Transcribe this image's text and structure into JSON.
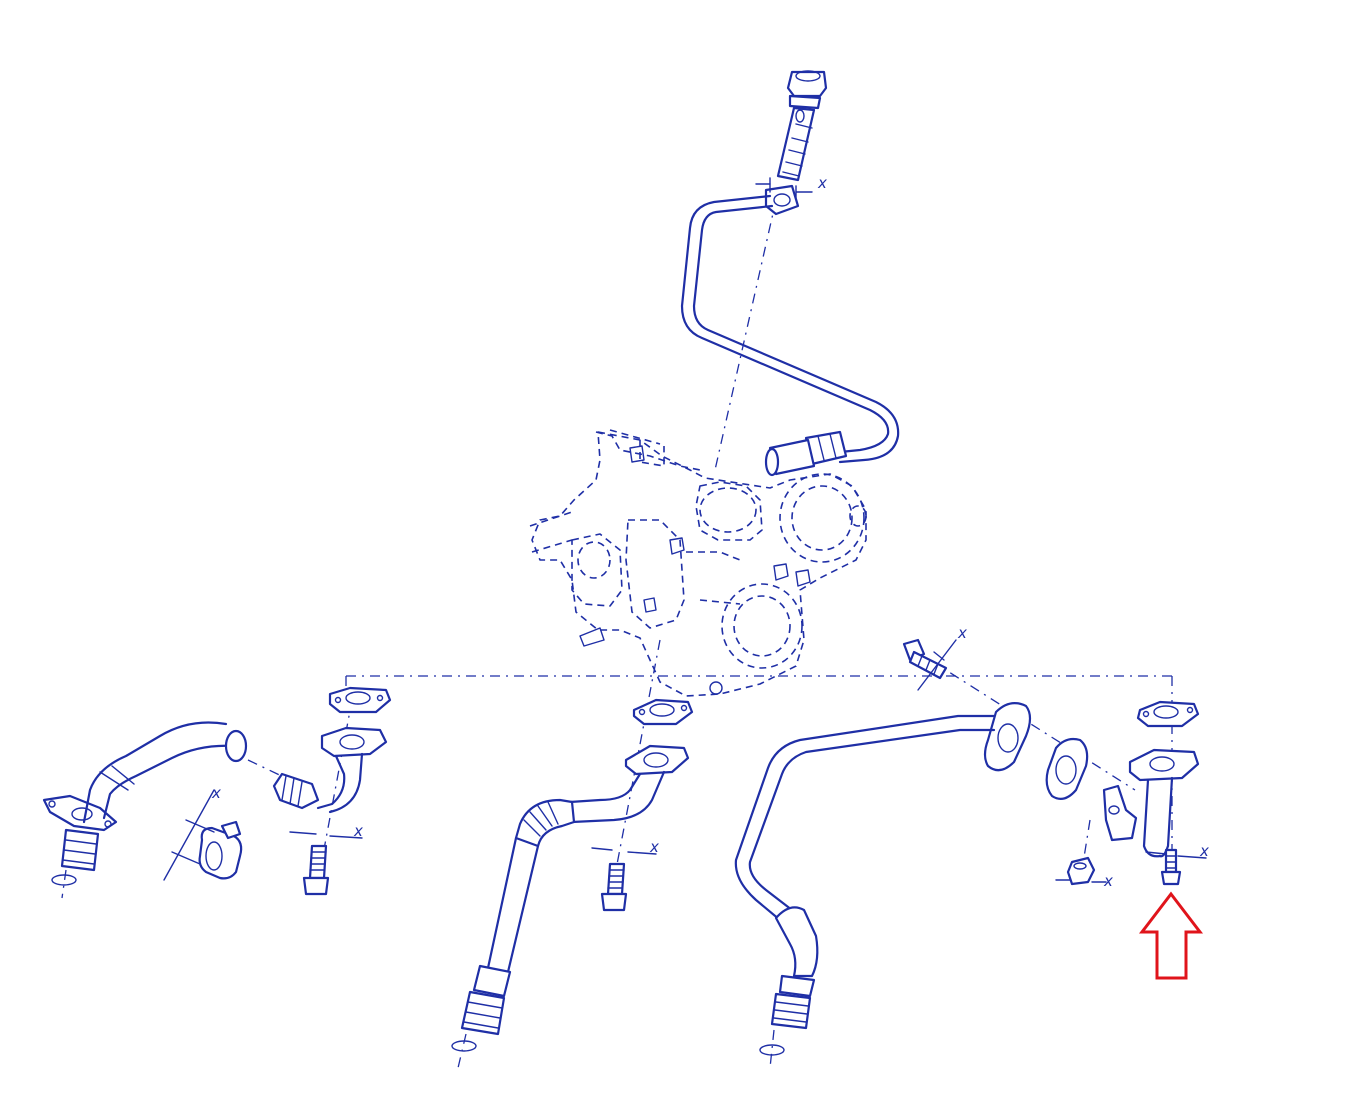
{
  "colors": {
    "line": "#1f2fa6",
    "marker": "#e0141b",
    "background": "#ffffff"
  },
  "dimension_labels": {
    "dim_oil_feed_banjo": "x",
    "dim_left_clamp": "x",
    "dim_left_flange_bolt": "x",
    "dim_center_flange_bolt": "x",
    "dim_right_banjo_bolt": "x",
    "dim_right_flange_bolt": "x",
    "dim_right_nut": "x"
  },
  "icons": {
    "highlight": "up-arrow-icon"
  }
}
